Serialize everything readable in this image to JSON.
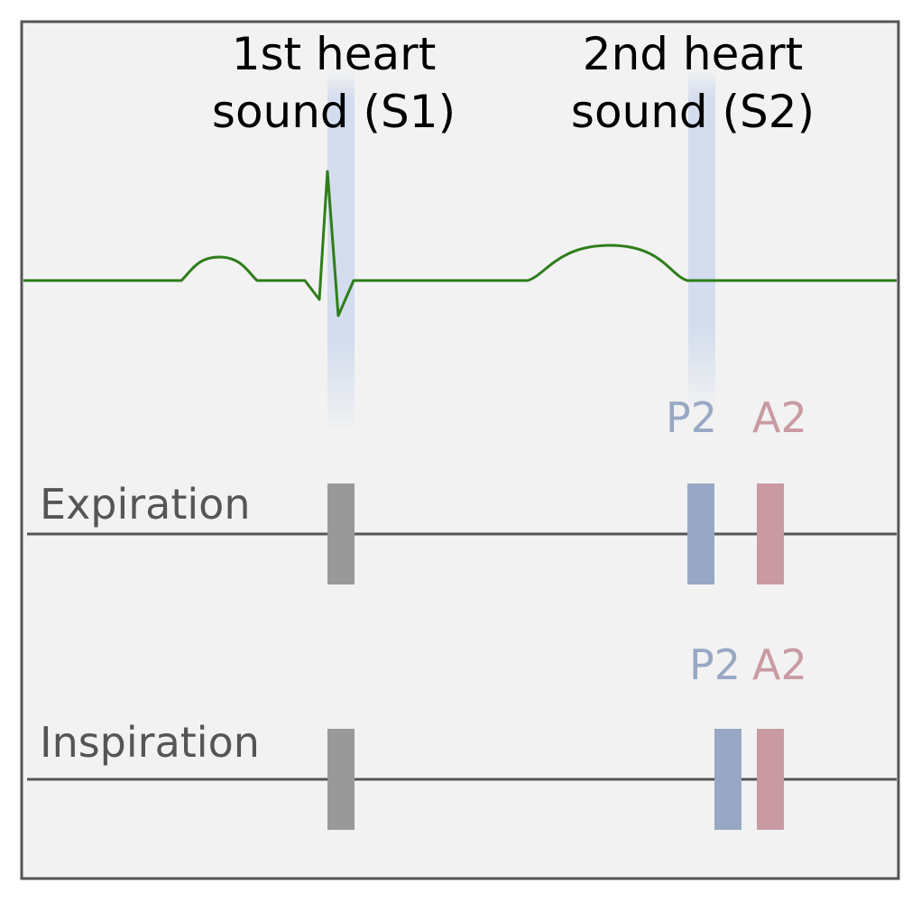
{
  "s1": {
    "line1": "1st heart",
    "line2": "sound (S1)"
  },
  "s2": {
    "line1": "2nd heart",
    "line2": "sound (S2)"
  },
  "rows": {
    "expiration": {
      "label": "Expiration",
      "p2_label": "P2",
      "a2_label": "A2"
    },
    "inspiration": {
      "label": "Inspiration",
      "p2_label": "P2",
      "a2_label": "A2"
    }
  },
  "colors": {
    "background": "#f2f2f2",
    "frame": "#555555",
    "ecg_trace": "#2e7d1b",
    "highlight_band": "#c9d6ec",
    "s1_bar": "#999999",
    "p2": "#98a8c4",
    "a2": "#c99aa2",
    "baseline": "#555555"
  }
}
